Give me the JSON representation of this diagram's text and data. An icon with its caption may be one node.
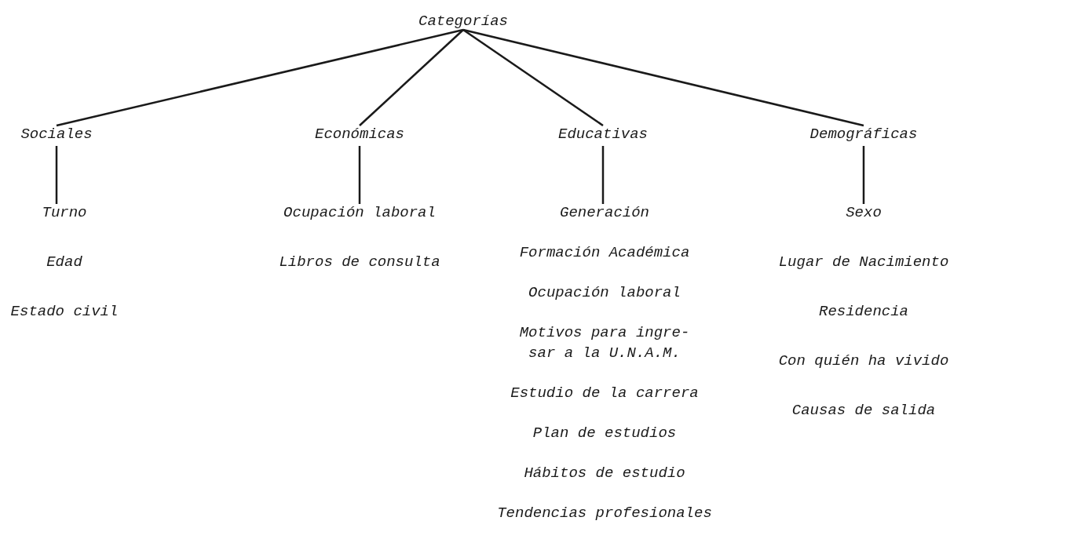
{
  "diagram": {
    "nodes": [
      {
        "text": [
          "Categorías"
        ]
      },
      {
        "text": [
          "Sociales"
        ]
      },
      {
        "text": [
          "Económicas"
        ]
      },
      {
        "text": [
          "Educativas"
        ]
      },
      {
        "text": [
          "Demográficas"
        ]
      },
      {
        "text": [
          "Turno",
          "Edad",
          "Estado civil"
        ]
      },
      {
        "text": [
          "Ocupación laboral",
          "Libros de consulta"
        ]
      },
      {
        "text": [
          "Generación",
          "Formación Académica",
          "Ocupación laboral",
          "Motivos para ingre- sar a la U.N.A.M.",
          "Estudio de la carrera",
          "Plan de estudios",
          "Hábitos de estudio",
          "Tendencias profesionales"
        ]
      },
      {
        "text": [
          "Sexo",
          "Lugar de Nacimiento",
          "Residencia",
          "Con quién ha vivido",
          "Causas de salida"
        ]
      }
    ],
    "edges": [
      {
        "from": 0,
        "to": 1,
        "arrow": "none"
      },
      {
        "from": 0,
        "to": 2,
        "arrow": "none"
      },
      {
        "from": 0,
        "to": 3,
        "arrow": "none"
      },
      {
        "from": 0,
        "to": 4,
        "arrow": "none"
      },
      {
        "from": 1,
        "to": 5,
        "arrow": "none"
      },
      {
        "from": 2,
        "to": 6,
        "arrow": "none"
      },
      {
        "from": 3,
        "to": 7,
        "arrow": "none"
      },
      {
        "from": 4,
        "to": 8,
        "arrow": "none"
      }
    ]
  }
}
